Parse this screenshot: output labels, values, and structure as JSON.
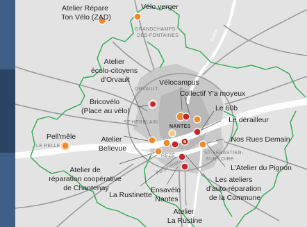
{
  "colors": {
    "land": "#e3e3e3",
    "water": "#ffffff",
    "urban": "#c5c5c5",
    "urban_core": "#b4b4b4",
    "road": "#9e9e9e",
    "boundary": "#2fa84f",
    "marker_orange": "#ee8a2b",
    "marker_red": "#c8262b",
    "marker_yellow": "#f2c98a",
    "left_strip": "#3e5e86"
  },
  "municipalities": [
    {
      "id": "grandchamps",
      "text": "GRANDCHAMPS-"
    },
    {
      "id": "grandchamps2",
      "text": "DES-FONTAINES"
    },
    {
      "id": "orvault",
      "text": "ORVAULT"
    },
    {
      "id": "st-herblain",
      "text": "ST-HERBLAIN"
    },
    {
      "id": "nantes",
      "text": "NANTES"
    },
    {
      "id": "reze",
      "text": "REZÉ"
    },
    {
      "id": "st-seb",
      "text": "ST-SÉBASTIEN-"
    },
    {
      "id": "st-seb2",
      "text": "SUR-LOIRE"
    },
    {
      "id": "le-pellerin",
      "text": "LE PELLERIN"
    }
  ],
  "rivers": {
    "erdre": "Erdre",
    "peripherique": "Périphérique"
  },
  "labels": [
    {
      "id": "atelier-repare",
      "lines": [
        "Atelier Répare",
        "Ton Vélo (ZAD)"
      ]
    },
    {
      "id": "velo-verger",
      "lines": [
        "Vélo verger"
      ]
    },
    {
      "id": "atelier-orvault",
      "lines": [
        "Atelier",
        "écolo-citoyens",
        "d'Orvault"
      ]
    },
    {
      "id": "velocampus",
      "lines": [
        "Vélocampus"
      ]
    },
    {
      "id": "collectif",
      "lines": [
        "Collectif Y'a moyeux"
      ]
    },
    {
      "id": "bricovelo",
      "lines": [
        "Bricovélo",
        "(Place au vélo)"
      ]
    },
    {
      "id": "le60b",
      "lines": [
        "Le 60b"
      ]
    },
    {
      "id": "derailleur",
      "lines": [
        "Le dérailleur"
      ]
    },
    {
      "id": "pellmele",
      "lines": [
        "Pell'mêle"
      ]
    },
    {
      "id": "bellevue",
      "lines": [
        "Atelier",
        "Bellevue"
      ]
    },
    {
      "id": "nosrues",
      "lines": [
        "Nos Rues Demain"
      ]
    },
    {
      "id": "pignon",
      "lines": [
        "L'Atelier du Pignon"
      ]
    },
    {
      "id": "chantenay",
      "lines": [
        "Atelier de",
        "réparation coopérative",
        "de Chantenay"
      ]
    },
    {
      "id": "ateliers-commune",
      "lines": [
        "Les ateliers",
        "d'auto-réparation",
        "de la Commune"
      ]
    },
    {
      "id": "rustinette",
      "lines": [
        "La Rustinette"
      ]
    },
    {
      "id": "ensavelo",
      "lines": [
        "Ensavélo",
        "Nantes"
      ]
    },
    {
      "id": "rustine",
      "lines": [
        "Atelier",
        "La Rustine"
      ]
    }
  ]
}
